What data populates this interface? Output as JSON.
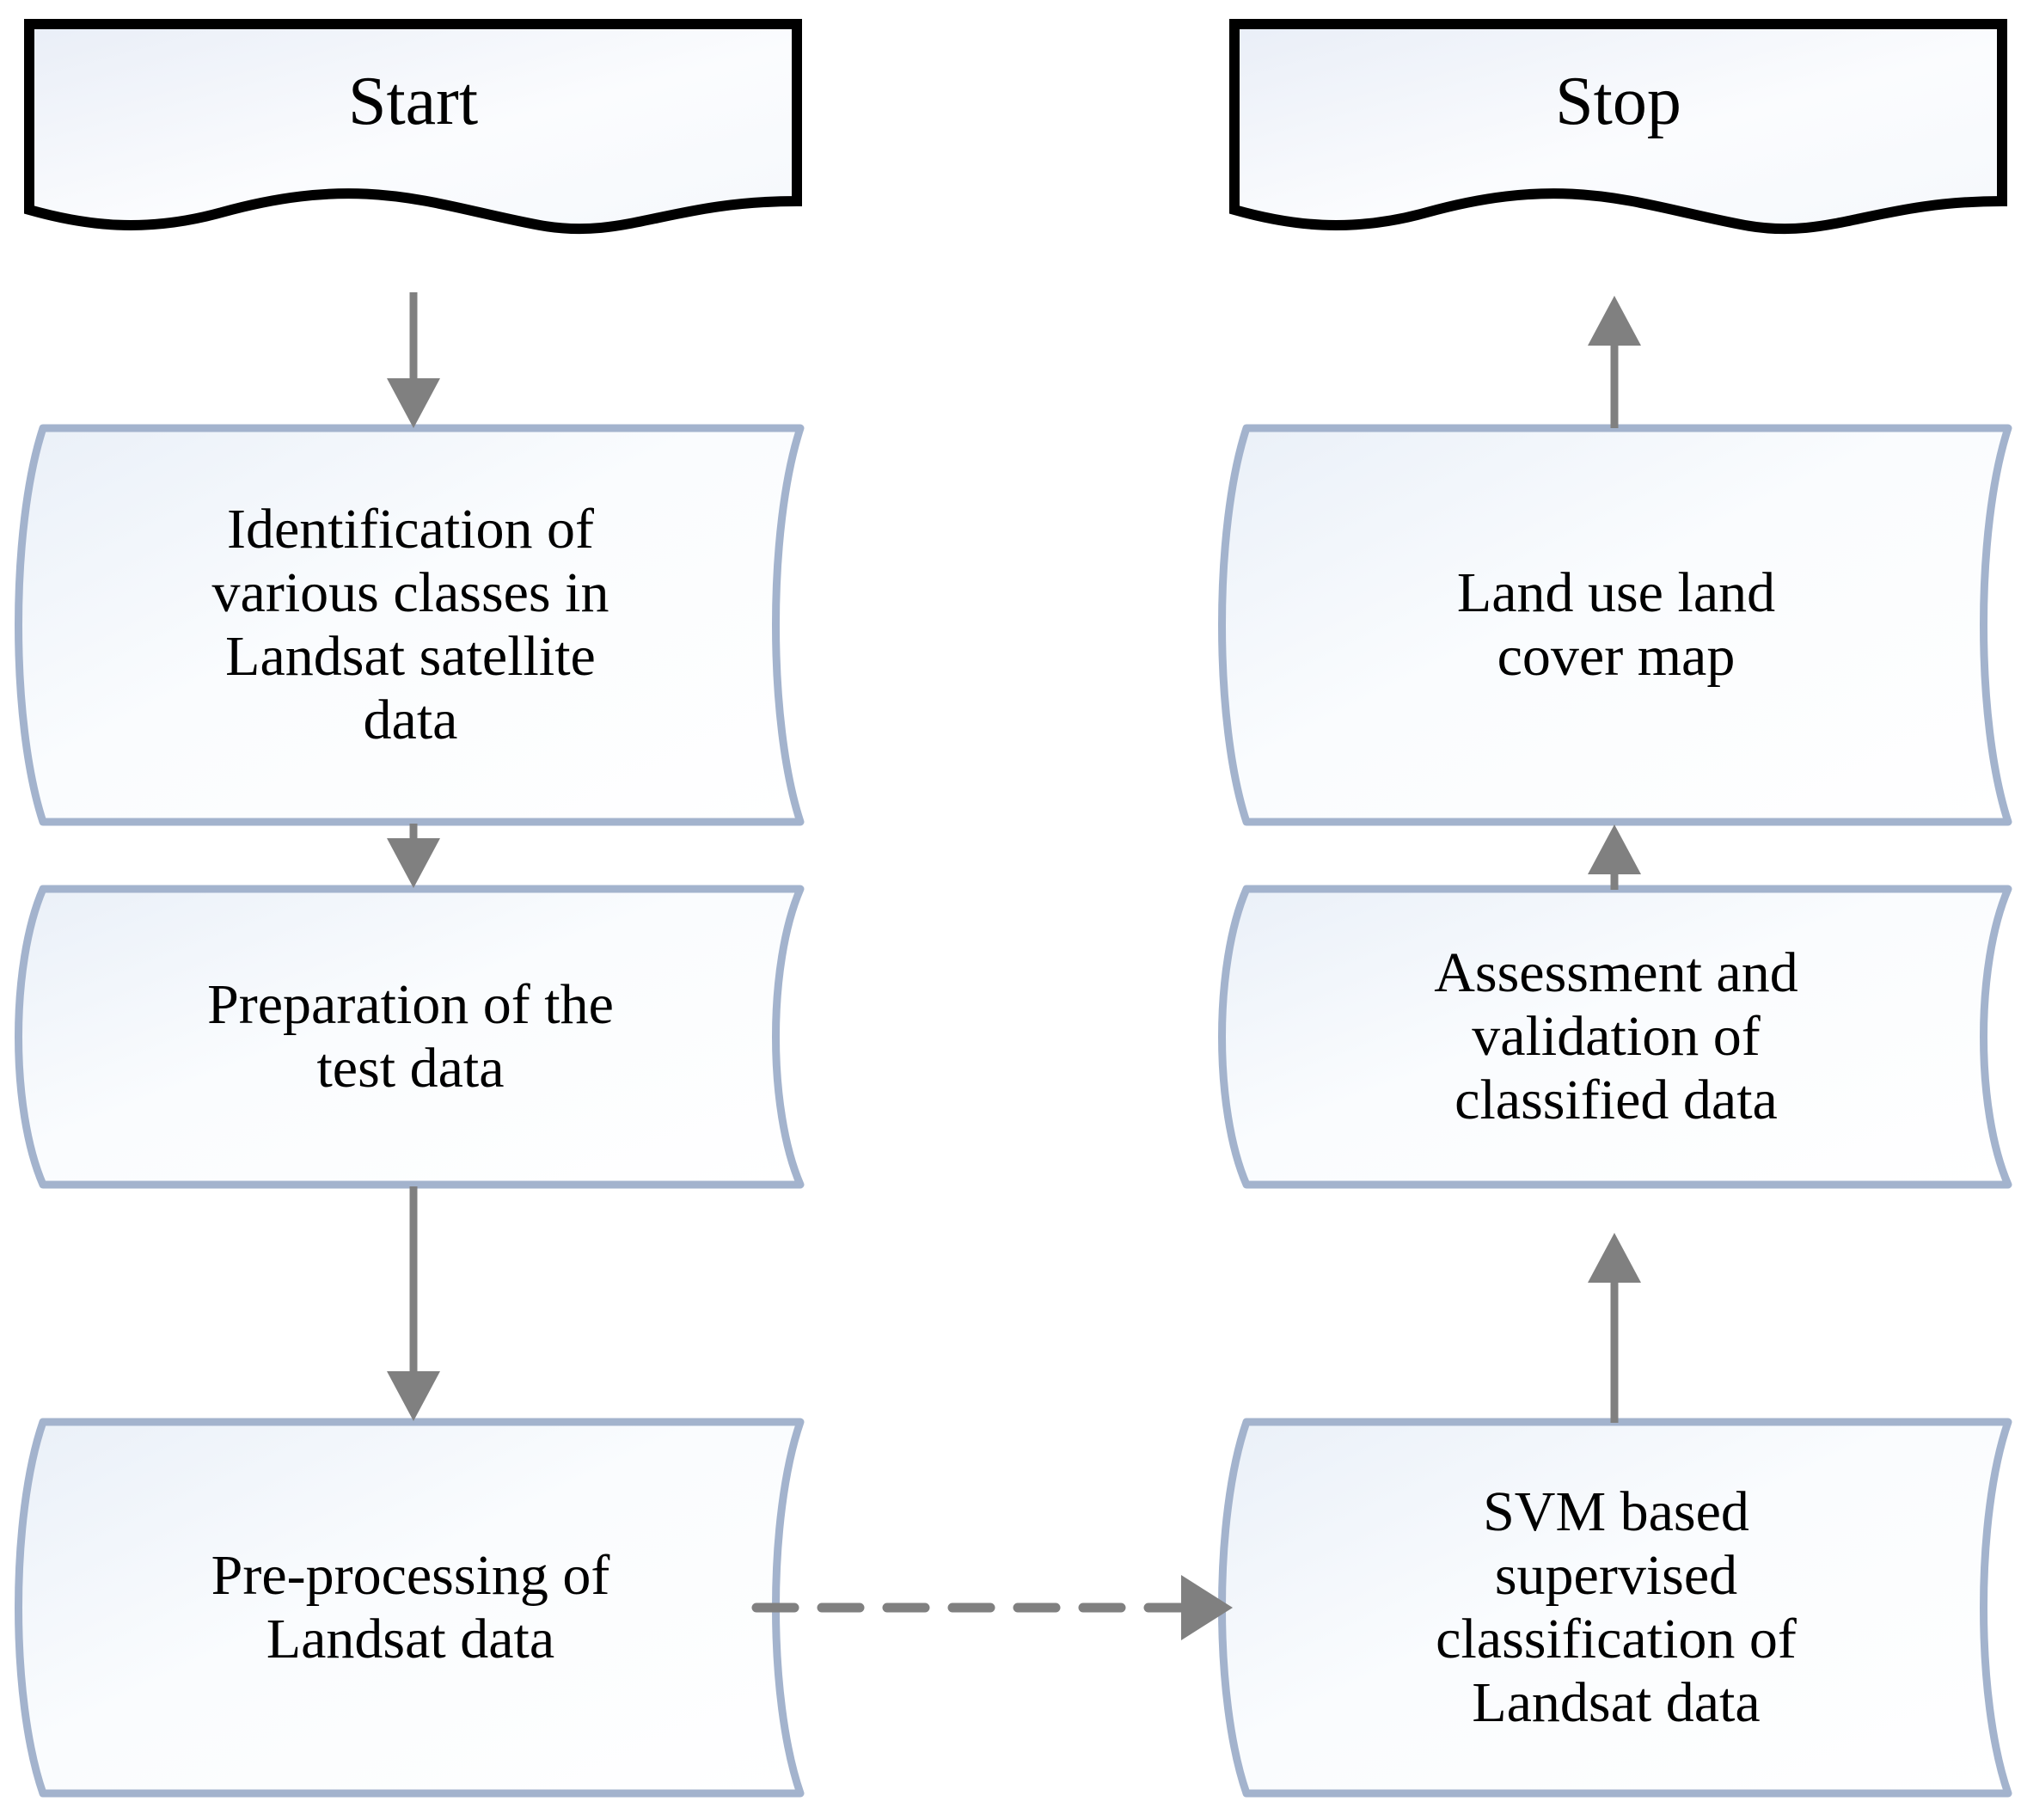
{
  "diagram": {
    "title": "Land use land cover classification methodology flowchart",
    "colors": {
      "terminator_stroke": "#000000",
      "process_stroke": "#a3b3cd",
      "shape_fill_light": "#fbfcfd",
      "shape_fill_tint": "#e9eef7",
      "arrow": "#808080",
      "text": "#000000",
      "background": "#ffffff"
    },
    "nodes": [
      {
        "id": "start",
        "shape": "flowchart-document",
        "column": "left",
        "label": "Start"
      },
      {
        "id": "identification",
        "shape": "flowchart-stored-data",
        "column": "left",
        "label": "Identification of\nvarious classes in\nLandsat satellite\ndata"
      },
      {
        "id": "preparation",
        "shape": "flowchart-stored-data",
        "column": "left",
        "label": "Preparation of the\ntest data"
      },
      {
        "id": "preprocessing",
        "shape": "flowchart-stored-data",
        "column": "left",
        "label": "Pre-processing of\nLandsat data"
      },
      {
        "id": "stop",
        "shape": "flowchart-document",
        "column": "right",
        "label": "Stop"
      },
      {
        "id": "landuse-map",
        "shape": "flowchart-stored-data",
        "column": "right",
        "label": "Land use land\ncover map"
      },
      {
        "id": "assessment",
        "shape": "flowchart-stored-data",
        "column": "right",
        "label": "Assessment and\nvalidation of\nclassified data"
      },
      {
        "id": "svm",
        "shape": "flowchart-stored-data",
        "column": "right",
        "label": "SVM based\nsupervised\nclassification of\nLandsat data"
      }
    ],
    "edges": [
      {
        "id": "e1",
        "from": "start",
        "to": "identification",
        "style": "solid",
        "direction": "down"
      },
      {
        "id": "e2",
        "from": "identification",
        "to": "preparation",
        "style": "solid",
        "direction": "down"
      },
      {
        "id": "e3",
        "from": "preparation",
        "to": "preprocessing",
        "style": "solid",
        "direction": "down"
      },
      {
        "id": "e4",
        "from": "preprocessing",
        "to": "svm",
        "style": "dashed",
        "direction": "right"
      },
      {
        "id": "e5",
        "from": "svm",
        "to": "assessment",
        "style": "solid",
        "direction": "up"
      },
      {
        "id": "e6",
        "from": "assessment",
        "to": "landuse-map",
        "style": "solid",
        "direction": "up"
      },
      {
        "id": "e7",
        "from": "landuse-map",
        "to": "stop",
        "style": "solid",
        "direction": "up"
      }
    ]
  }
}
